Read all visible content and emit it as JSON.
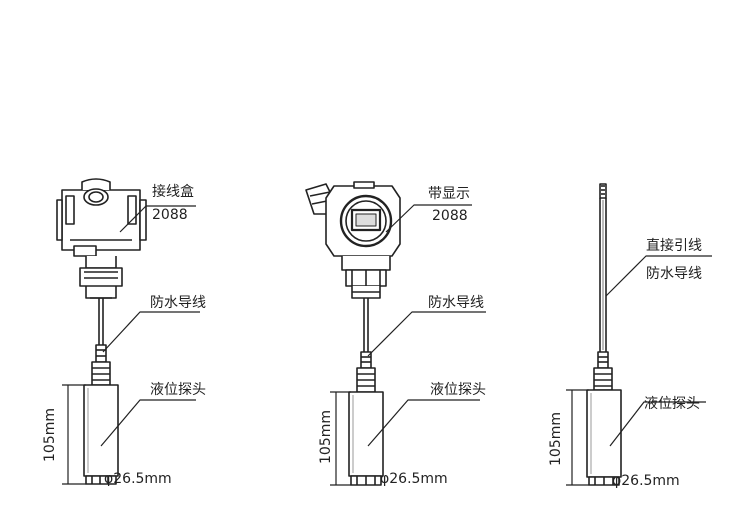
{
  "variant1": {
    "head_label": "接线盒",
    "head_model": "2088",
    "cable_label": "防水导线",
    "probe_label": "液位探头",
    "length": "105mm",
    "diameter": "26.5mm"
  },
  "variant2": {
    "head_label": "带显示",
    "head_model": "2088",
    "cable_label": "防水导线",
    "probe_label": "液位探头",
    "length": "105mm",
    "diameter": "26.5mm"
  },
  "variant3": {
    "lead_label": "直接引线",
    "cable_label": "防水导线",
    "probe_label": "液位探头",
    "length": "105mm",
    "diameter": "26.5mm"
  },
  "phi_symbol": "φ",
  "colors": {
    "line": "#222222",
    "fill": "#ffffff",
    "shade": "#777777"
  }
}
